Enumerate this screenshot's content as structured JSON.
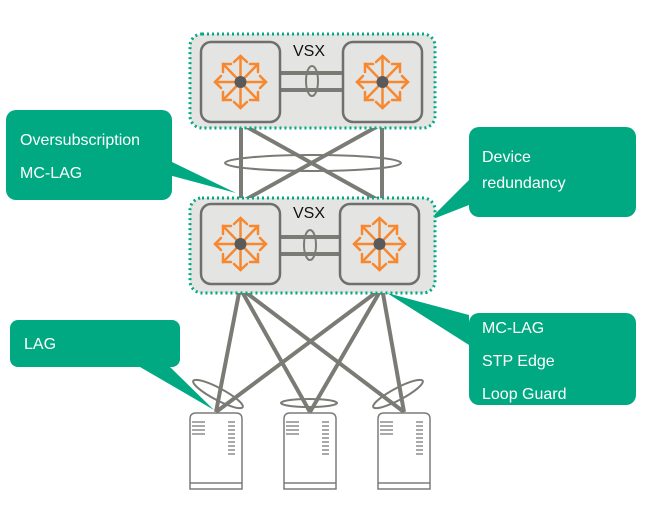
{
  "colors": {
    "accent": "#01a982",
    "arrow": "#f7882f",
    "link": "#7b7b76",
    "group_fill": "#e4e4e2"
  },
  "core": {
    "label": "VSX"
  },
  "aggregation": {
    "label": "VSX"
  },
  "callouts": [
    {
      "lines": [
        "Oversubscription",
        "MC-LAG"
      ]
    },
    {
      "lines": [
        "Device",
        "redundancy"
      ]
    },
    {
      "lines": [
        "LAG"
      ]
    },
    {
      "lines": [
        "MC-LAG",
        "STP Edge",
        "Loop Guard"
      ]
    }
  ],
  "icons": {
    "switch": "switch-arrows-icon",
    "server": "server-icon"
  }
}
